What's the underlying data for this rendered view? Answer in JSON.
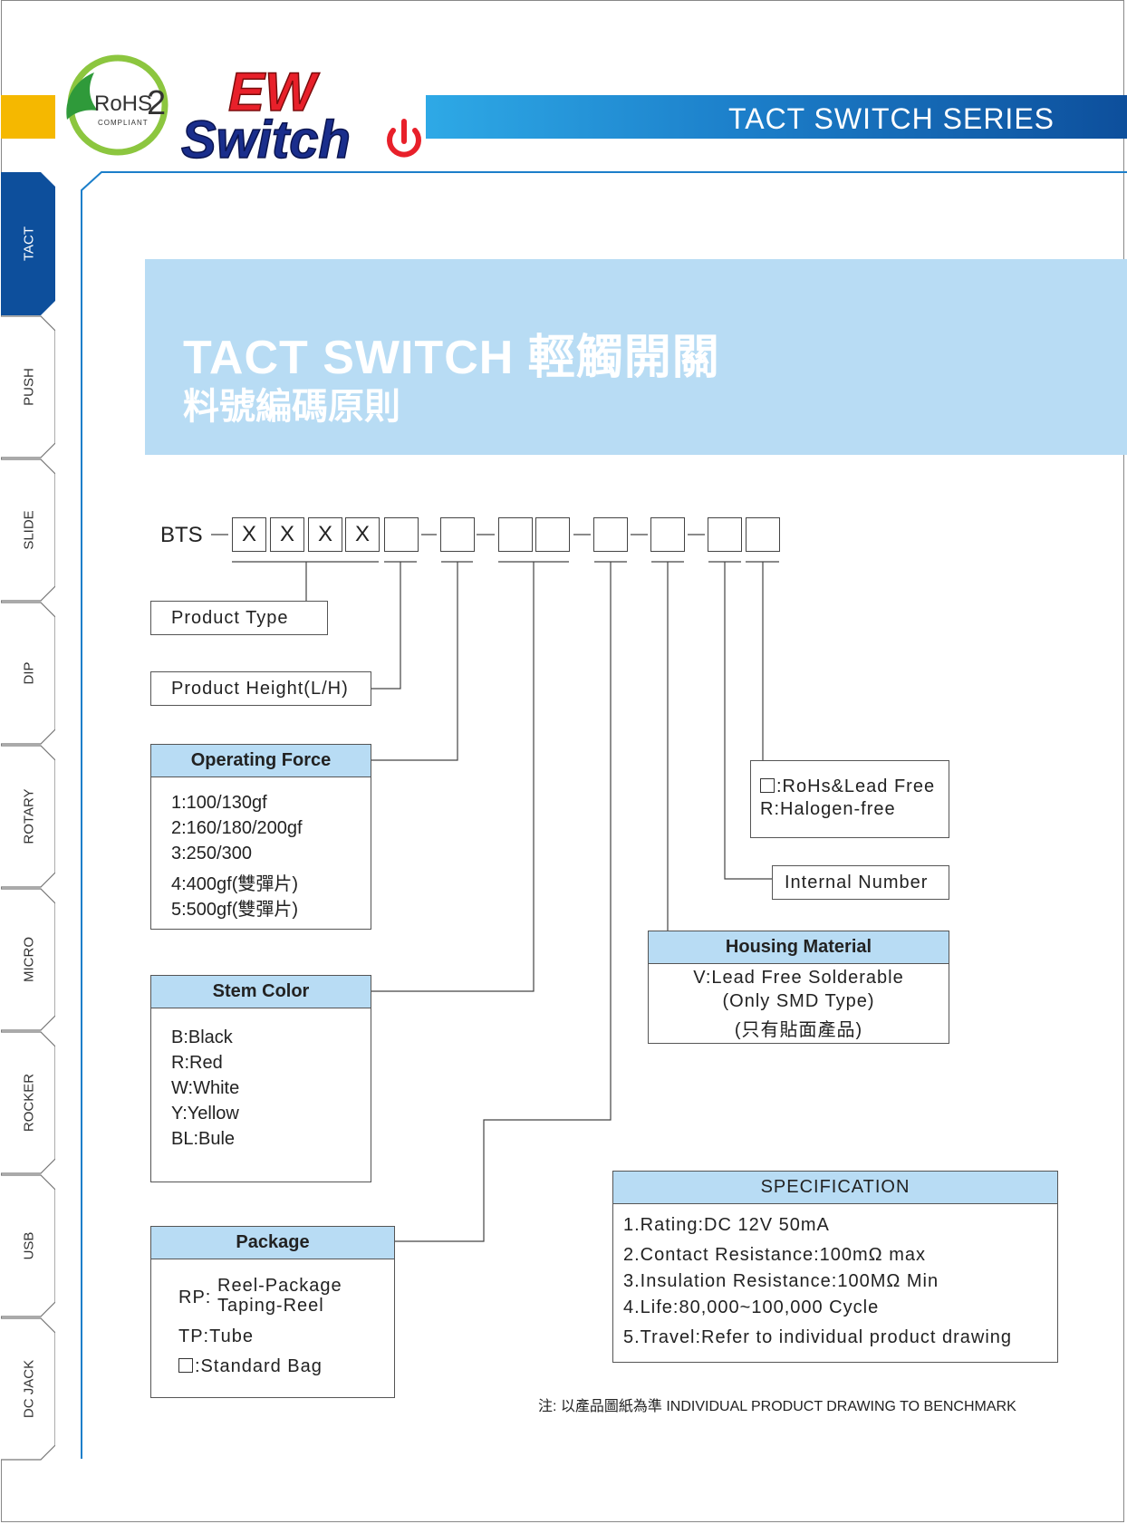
{
  "header": {
    "series_title": "TACT SWITCH  SERIES",
    "rohs_text": "RoHS",
    "rohs_number": "2",
    "rohs_sub": "COMPLIANT",
    "brand_line1": "EW",
    "brand_line2": "Switch",
    "colors": {
      "yellow": "#f5b800",
      "blue": "#1c7fca",
      "light_blue": "#b8dcf4",
      "brand_red": "#e8202a",
      "brand_navy": "#1a2e8c"
    }
  },
  "side_tabs": [
    {
      "label": "TACT",
      "active": true
    },
    {
      "label": "PUSH",
      "active": false
    },
    {
      "label": "SLIDE",
      "active": false
    },
    {
      "label": "DIP",
      "active": false
    },
    {
      "label": "ROTARY",
      "active": false
    },
    {
      "label": "MICRO",
      "active": false
    },
    {
      "label": "ROCKER",
      "active": false
    },
    {
      "label": "USB",
      "active": false
    },
    {
      "label": "DC JACK",
      "active": false
    }
  ],
  "hero": {
    "title": "TACT SWITCH 輕觸開關",
    "subtitle": "料號編碼原則"
  },
  "part_number": {
    "prefix": "BTS",
    "x_boxes": [
      "X",
      "X",
      "X",
      "X"
    ]
  },
  "product_type": {
    "label": "Product Type"
  },
  "product_height": {
    "label": "Product Height(L/H)"
  },
  "operating_force": {
    "title": "Operating Force",
    "items": [
      "1:100/130gf",
      "2:160/180/200gf",
      "3:250/300",
      "4:400gf(雙彈片)",
      "5:500gf(雙彈片)"
    ]
  },
  "stem_color": {
    "title": "Stem Color",
    "items": [
      "B:Black",
      "R:Red",
      "W:White",
      "Y:Yellow",
      "BL:Bule"
    ]
  },
  "package": {
    "title": "Package",
    "rp_code": "RP:",
    "rp_line1": "Reel-Package",
    "rp_line2": "Taping-Reel",
    "tp": "TP:Tube",
    "bag": ":Standard Bag"
  },
  "rohs_option": {
    "line1": ":RoHs&Lead Free",
    "line2": "R:Halogen-free"
  },
  "internal_number": {
    "label": "Internal Number"
  },
  "housing_material": {
    "title": "Housing Material",
    "line1": "V:Lead Free Solderable",
    "line2": "(Only SMD Type)",
    "line3": "(只有貼面產品)"
  },
  "specification": {
    "title": "SPECIFICATION",
    "items": [
      "1.Rating:DC 12V 50mA",
      "2.Contact Resistance:100mΩ max",
      "3.Insulation Resistance:100MΩ Min",
      "4.Life:80,000~100,000 Cycle",
      "5.Travel:Refer to individual product drawing"
    ]
  },
  "note": "注:  以產品圖紙為準   INDIVIDUAL PRODUCT DRAWING TO BENCHMARK"
}
